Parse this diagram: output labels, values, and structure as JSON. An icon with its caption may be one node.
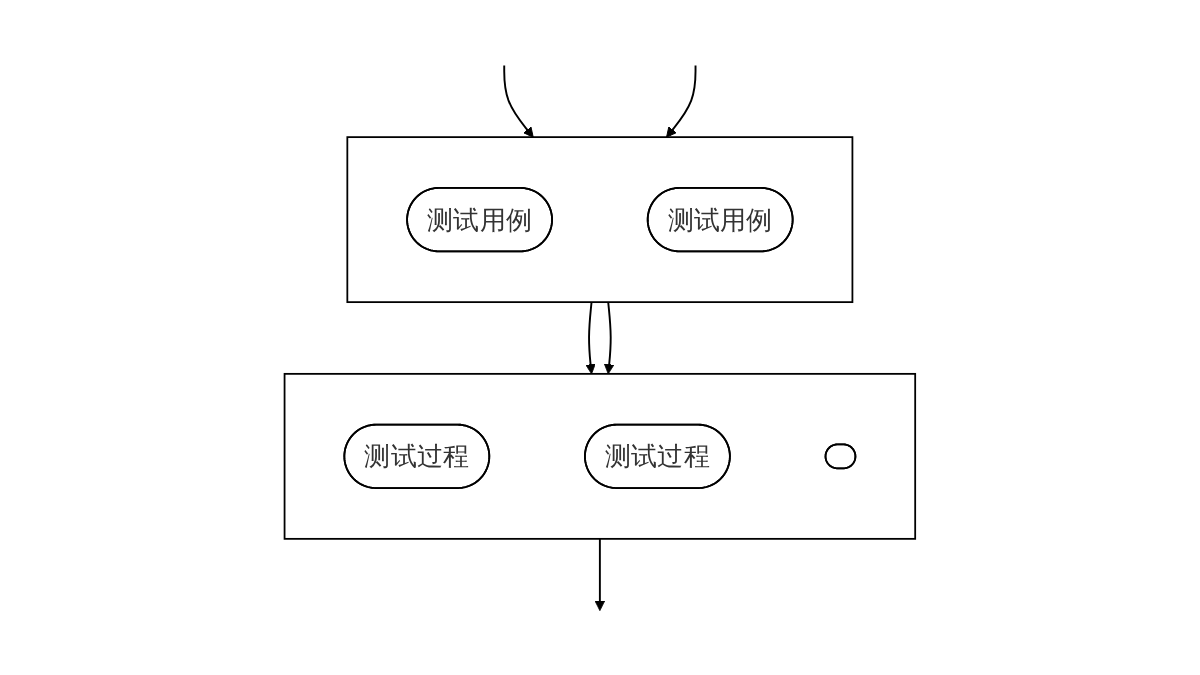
{
  "diagram": {
    "nodes": [
      {
        "text": [],
        "shape": "box"
      },
      {
        "text": [
          "测试用例"
        ],
        "in": 0
      },
      {
        "text": [
          "测试用例"
        ],
        "in": 0
      },
      {
        "text": [],
        "shape": "box"
      },
      {
        "text": [
          "测试过程"
        ],
        "in": 3
      },
      {
        "text": [
          "测试过程"
        ],
        "in": 3
      },
      {
        "text": [],
        "shape": "ellipse",
        "in": 3
      }
    ],
    "edges": [
      {
        "from": null,
        "to": 0,
        "arrow": "to"
      },
      {
        "from": null,
        "to": 0,
        "arrow": "to"
      },
      {
        "from": 0,
        "to": 3,
        "arrow": "to"
      },
      {
        "from": 0,
        "to": 3,
        "arrow": "to"
      },
      {
        "from": 3,
        "to": null,
        "arrow": "to"
      }
    ]
  }
}
